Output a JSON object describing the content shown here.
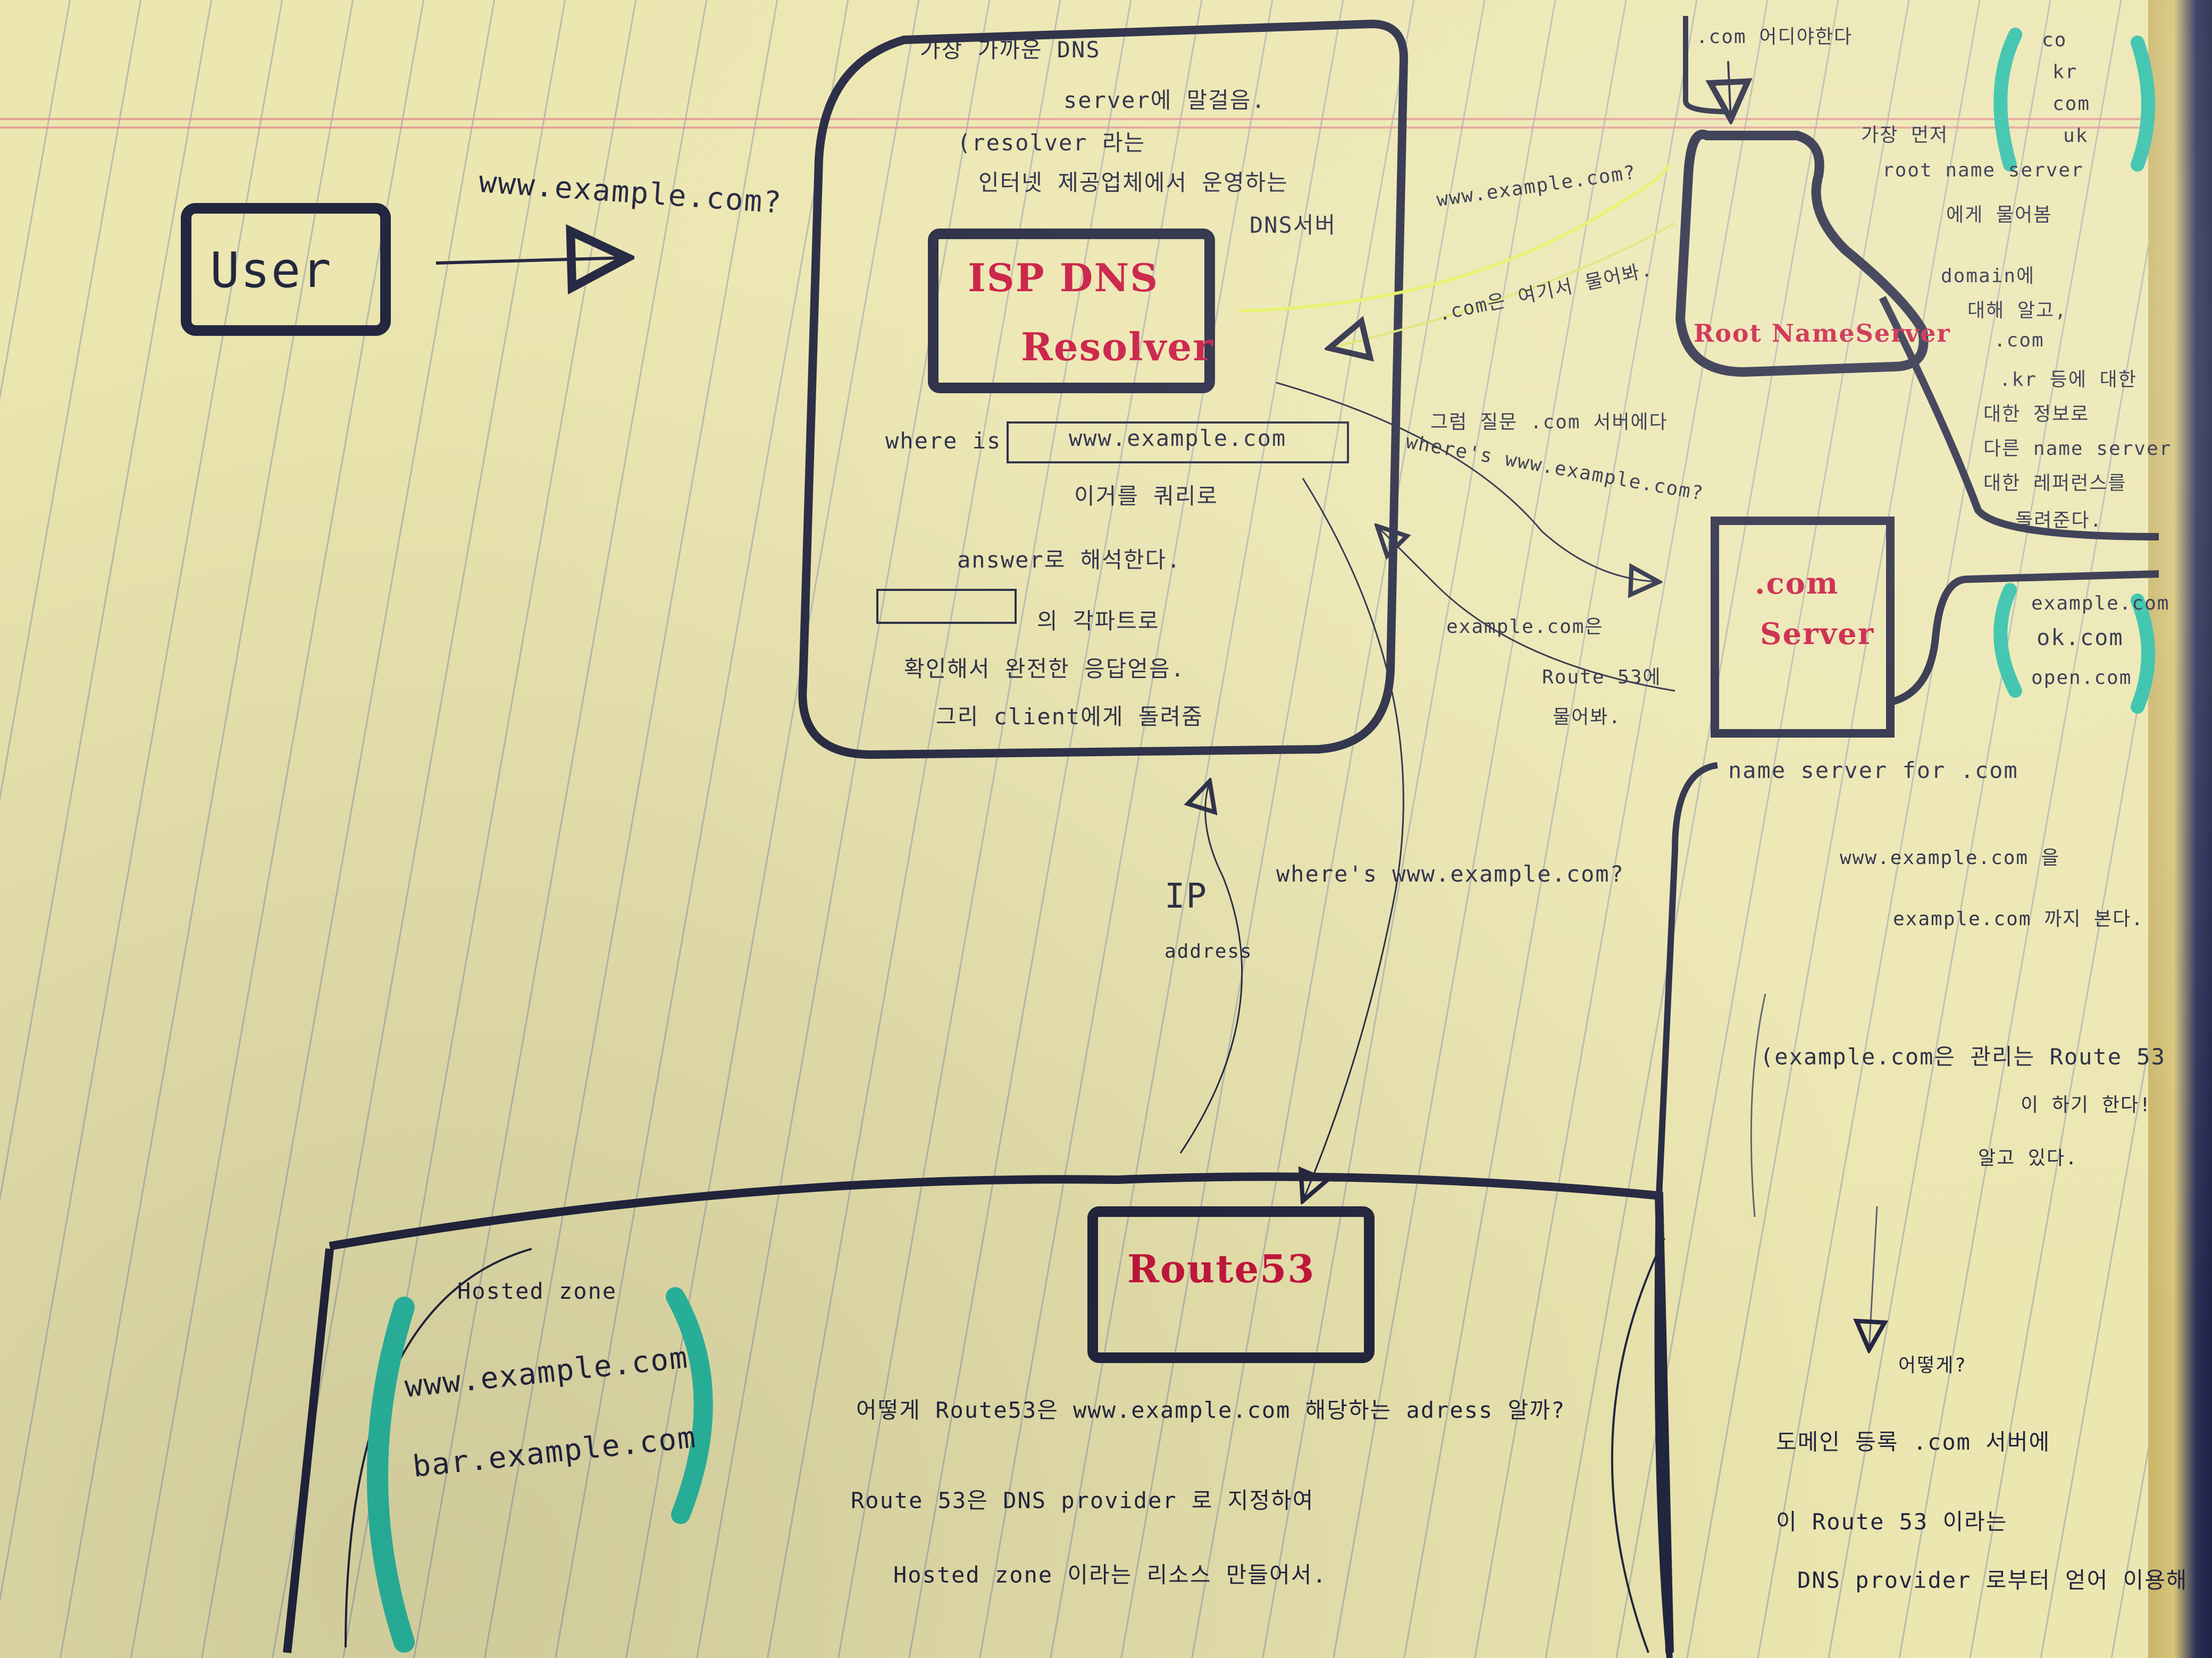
{
  "colors": {
    "ink": "#23263f",
    "highlight_red": "#c8163e",
    "highlight_teal": "#2bbfa6",
    "highlight_yellow": "#e6f060",
    "paper": "#ece6b0"
  },
  "user": {
    "label": "User",
    "query": "www.example.com?"
  },
  "resolver": {
    "note_line1": "가장 가까운 DNS",
    "note_line2": "server에 말걸음.",
    "note_line3": "(resolver 라는",
    "note_line4": "인터넷 제공업체에서 운영하는",
    "note_line5": "DNS서버",
    "name_line1": "ISP DNS",
    "name_line2": "Resolver",
    "where_prefix": "where is",
    "where_domain": "www.example.com",
    "where_line2": "이거를 쿼리로",
    "answer": "answer로 해석한다.",
    "cache_note": "의 각파트로",
    "confirm": "확인해서 완전한 응답얻음.",
    "return": "그리 client에게 돌려줌"
  },
  "root": {
    "top_note": ".com 어디야한다",
    "name": "Root NameServer",
    "side_note1": "가장 먼저",
    "side_note2": "root name server",
    "side_note3": "에게 물어봄",
    "side_note4": "domain에",
    "side_note5": "대해 알고,",
    "side_note6": ".com",
    "side_note7": ".kr 등에 대한",
    "side_note8": "대한 정보로",
    "side_note9": "다른 name server",
    "side_note10": "대한 레퍼런스를",
    "side_note11": "돌려준다.",
    "tld_list": [
      "co",
      "kr",
      "com",
      "uk"
    ]
  },
  "arrows": {
    "to_root": "www.example.com?",
    "root_reply": ".com은 여기서 물어봐.",
    "tld_hint": "그럼 질문 .com 서버에다",
    "to_com": "where's www.example.com?",
    "com_reply1": "example.com은",
    "com_reply2": "Route 53에",
    "com_reply3": "물어봐.",
    "to_route53": "where's www.example.com?",
    "ip_line1": "IP",
    "ip_line2": "address"
  },
  "com_server": {
    "name_line1": ".com",
    "name_line2": "Server",
    "domains": [
      "example.com",
      "ok.com",
      "open.com"
    ],
    "caption": "name server for .com",
    "note1": "www.example.com 을",
    "note2": "example.com 까지 본다.",
    "note3": "(example.com은 관리는 Route 53",
    "note4": "이 하기 한다!",
    "note5": "알고 있다.",
    "how": "어떻게?",
    "bottom1": "도메인 등록 .com 서버에",
    "bottom2": "이 Route 53 이라는",
    "bottom3": "DNS provider 로부터 얻어 이용해"
  },
  "route53": {
    "name": "Route53",
    "hosted_zone_title": "Hosted zone",
    "records": [
      "www.example.com",
      "bar.example.com"
    ],
    "note1": "어떻게 Route53은 www.example.com 해당하는 adress 알까?",
    "note2": "Route 53은 DNS provider 로 지정하여",
    "note3": "Hosted zone 이라는 리소스 만들어서."
  }
}
